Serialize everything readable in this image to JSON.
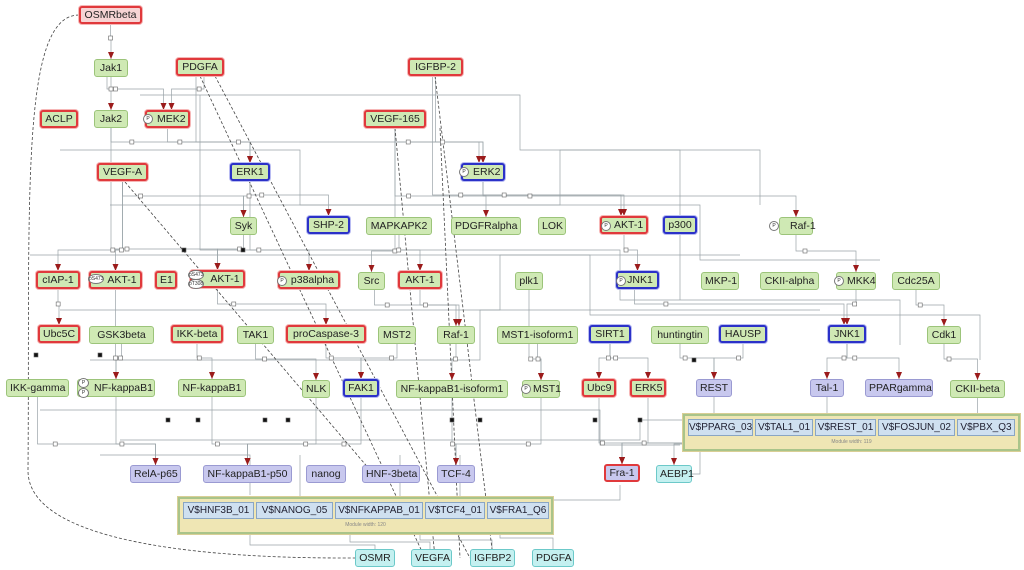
{
  "nodes": {
    "osmrbeta": "OSMRbeta",
    "jak1": "Jak1",
    "pdgfa": "PDGFA",
    "igfbp2": "IGFBP-2",
    "aclp": "ACLP",
    "jak2": "Jak2",
    "mek2": "MEK2",
    "vegf165": "VEGF-165",
    "vegfa": "VEGF-A",
    "erk1": "ERK1",
    "erk2": "ERK2",
    "syk": "Syk",
    "shp2": "SHP-2",
    "mapkapk2": "MAPKAPK2",
    "pdgfralpha": "PDGFRalpha",
    "lok": "LOK",
    "akt1_top": "AKT-1",
    "p300": "p300",
    "raf1_top": "Raf-1",
    "ciap1": "cIAP-1",
    "akt1_a": "AKT-1",
    "e1": "E1",
    "akt1_b": "AKT-1",
    "p38alpha": "p38alpha",
    "src": "Src",
    "akt1_c": "AKT-1",
    "plk1": "plk1",
    "jnk1_a": "JNK1",
    "mkp1": "MKP-1",
    "ckiialpha": "CKII-alpha",
    "mkk4": "MKK4",
    "cdc25a": "Cdc25A",
    "ubc5c": "Ubc5C",
    "gsk3beta": "GSK3beta",
    "ikkbeta": "IKK-beta",
    "tak1": "TAK1",
    "procaspase3": "proCaspase-3",
    "mst2": "MST2",
    "raf1_mid": "Raf-1",
    "mst1isoform1": "MST1-isoform1",
    "sirt1": "SIRT1",
    "huntingtin": "huntingtin",
    "hausp": "HAUSP",
    "jnk1_b": "JNK1",
    "cdk1": "Cdk1",
    "ikkgamma": "IKK-gamma",
    "nfkappab1_a": "NF-kappaB1",
    "nfkappab1_b": "NF-kappaB1",
    "nlk": "NLK",
    "fak1": "FAK1",
    "nfkappab1isoform1": "NF-kappaB1-isoform1",
    "mst1": "MST1",
    "ubc9": "Ubc9",
    "erk5": "ERK5",
    "rest": "REST",
    "tal1": "Tal-1",
    "ppargamma": "PPARgamma",
    "ckiibeta": "CKII-beta",
    "relap65": "RelA-p65",
    "nfkappab1p50": "NF-kappaB1-p50",
    "nanog": "nanog",
    "hnf3beta": "HNF-3beta",
    "tcf4": "TCF-4",
    "fra1": "Fra-1",
    "aebp1": "AEBP1",
    "osmr": "OSMR",
    "vegfa_gene": "VEGFA",
    "igfbp2_gene": "IGFBP2",
    "pdgfa_gene": "PDGFA"
  },
  "phospho": {
    "p": "P",
    "s473": "pS473",
    "t308": "pT308"
  },
  "module_right": {
    "sites": [
      "V$PPARG_03",
      "V$TAL1_01",
      "V$REST_01",
      "V$FOSJUN_02",
      "V$PBX_Q3"
    ],
    "width_label": "Module width: 119"
  },
  "module_bottom": {
    "sites": [
      "V$HNF3B_01",
      "V$NANOG_05",
      "V$NFKAPPAB_01",
      "V$TCF4_01",
      "V$FRA1_Q6"
    ],
    "width_label": "Module width: 120"
  },
  "colors": {
    "protein_fill": "#cfe9b4",
    "red_highlight": "#e0393c",
    "blue_highlight": "#2b31c8",
    "tf_fill": "#c8c8ee",
    "gene_fill": "#c4f0f0",
    "module_fill": "#efe6b4",
    "arrow": "#9b1b1b"
  }
}
